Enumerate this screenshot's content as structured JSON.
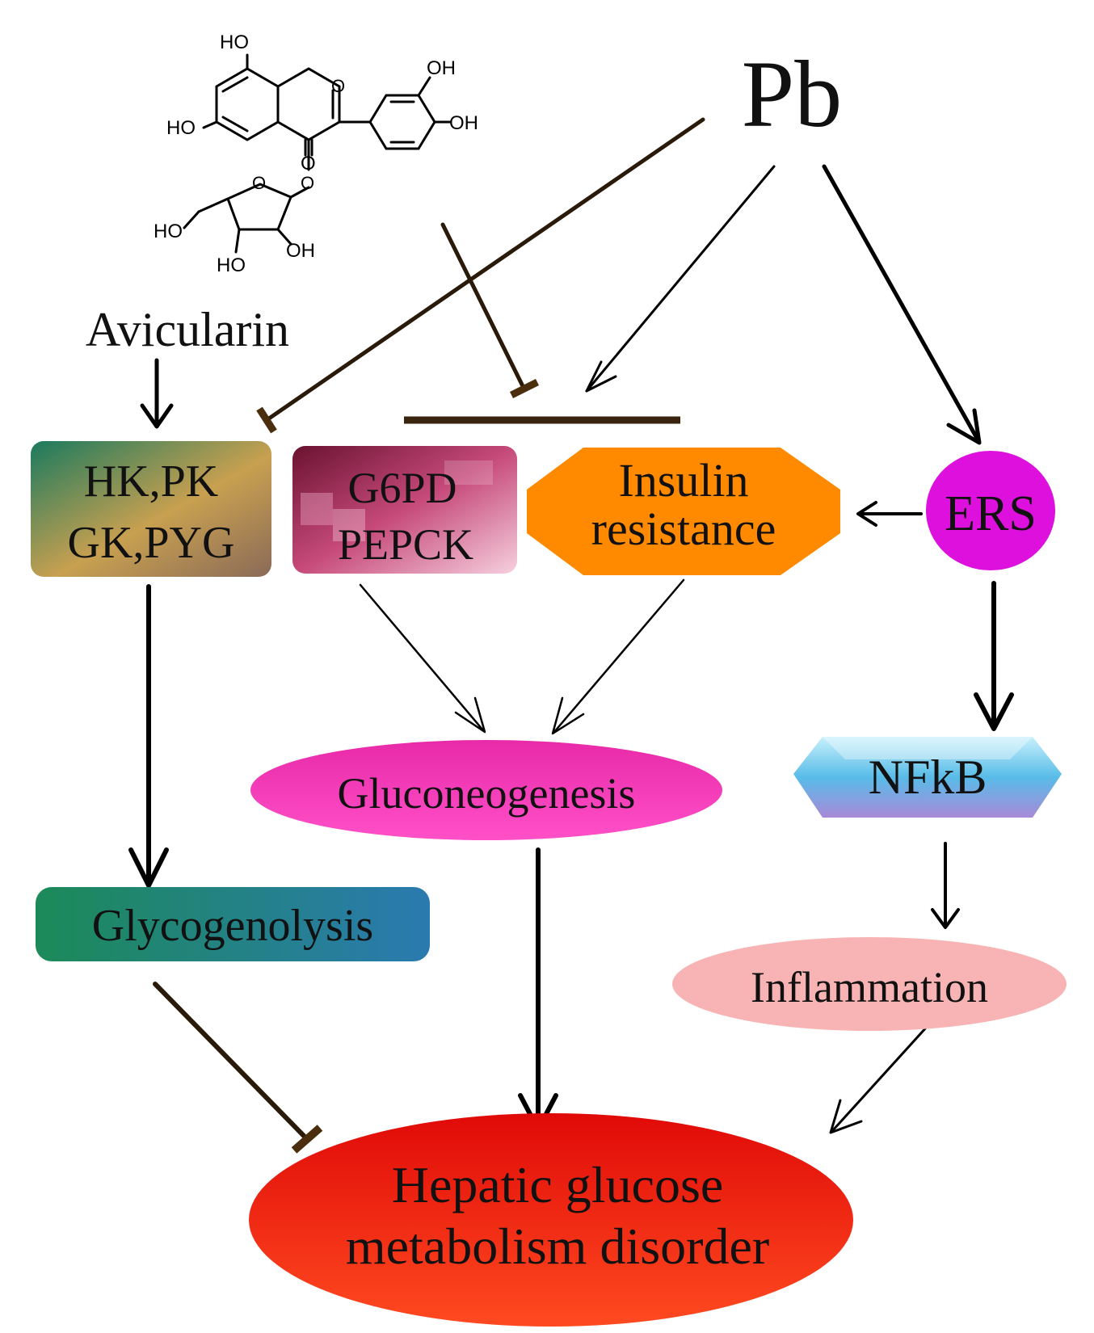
{
  "nodes": {
    "pb": "Pb",
    "avicularin": "Avicularin",
    "kinases": [
      "HK,PK",
      "GK,PYG"
    ],
    "g6pd": [
      "G6PD",
      "PEPCK"
    ],
    "insulin": [
      "Insulin",
      "resistance"
    ],
    "ers": "ERS",
    "gluconeogenesis": "Gluconeogenesis",
    "nfkb": "NFkB",
    "glycogenolysis": "Glycogenolysis",
    "inflammation": "Inflammation",
    "hepatic": [
      "Hepatic glucose",
      "metabolism disorder"
    ]
  },
  "structure_labels": {
    "ho_top": "HO",
    "ho_left": "HO",
    "oh_right1": "OH",
    "oh_right2": "OH",
    "ho_sugar": "HO",
    "ho_sugar_bottom": "HO",
    "oh_sugar": "OH",
    "o_carbonyl": "O",
    "o_ring": "O",
    "o_link": "O",
    "o_sugar": "O"
  },
  "colors": {
    "kinases": [
      "#1a7a5e",
      "#d8a848",
      "#a07a5a"
    ],
    "g6pd": [
      "#7a1a3a",
      "#c84a78",
      "#f4c0d4"
    ],
    "insulin": "#ff8a00",
    "ers": "#dd10dd",
    "gluconeogenesis": "#f238b8",
    "nfkb": [
      "#b8e8f8",
      "#5cc0e8",
      "#9a80d0"
    ],
    "glycogenolysis": [
      "#1e8a5a",
      "#2a7aa8"
    ],
    "inflammation": "#f8b4b4",
    "hepatic": [
      "#ff3a1a",
      "#d80808"
    ],
    "inhibition_bar": "#4a2e0e"
  }
}
